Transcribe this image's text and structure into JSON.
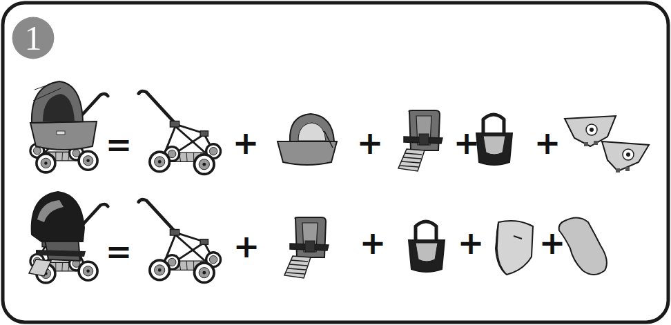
{
  "diagram": {
    "nodes": [
      {
        "text": [
          "1"
        ]
      }
    ],
    "labels": [
      "=",
      "+",
      "+",
      "+",
      "+",
      "=",
      "+",
      "+",
      "+",
      "+"
    ]
  }
}
